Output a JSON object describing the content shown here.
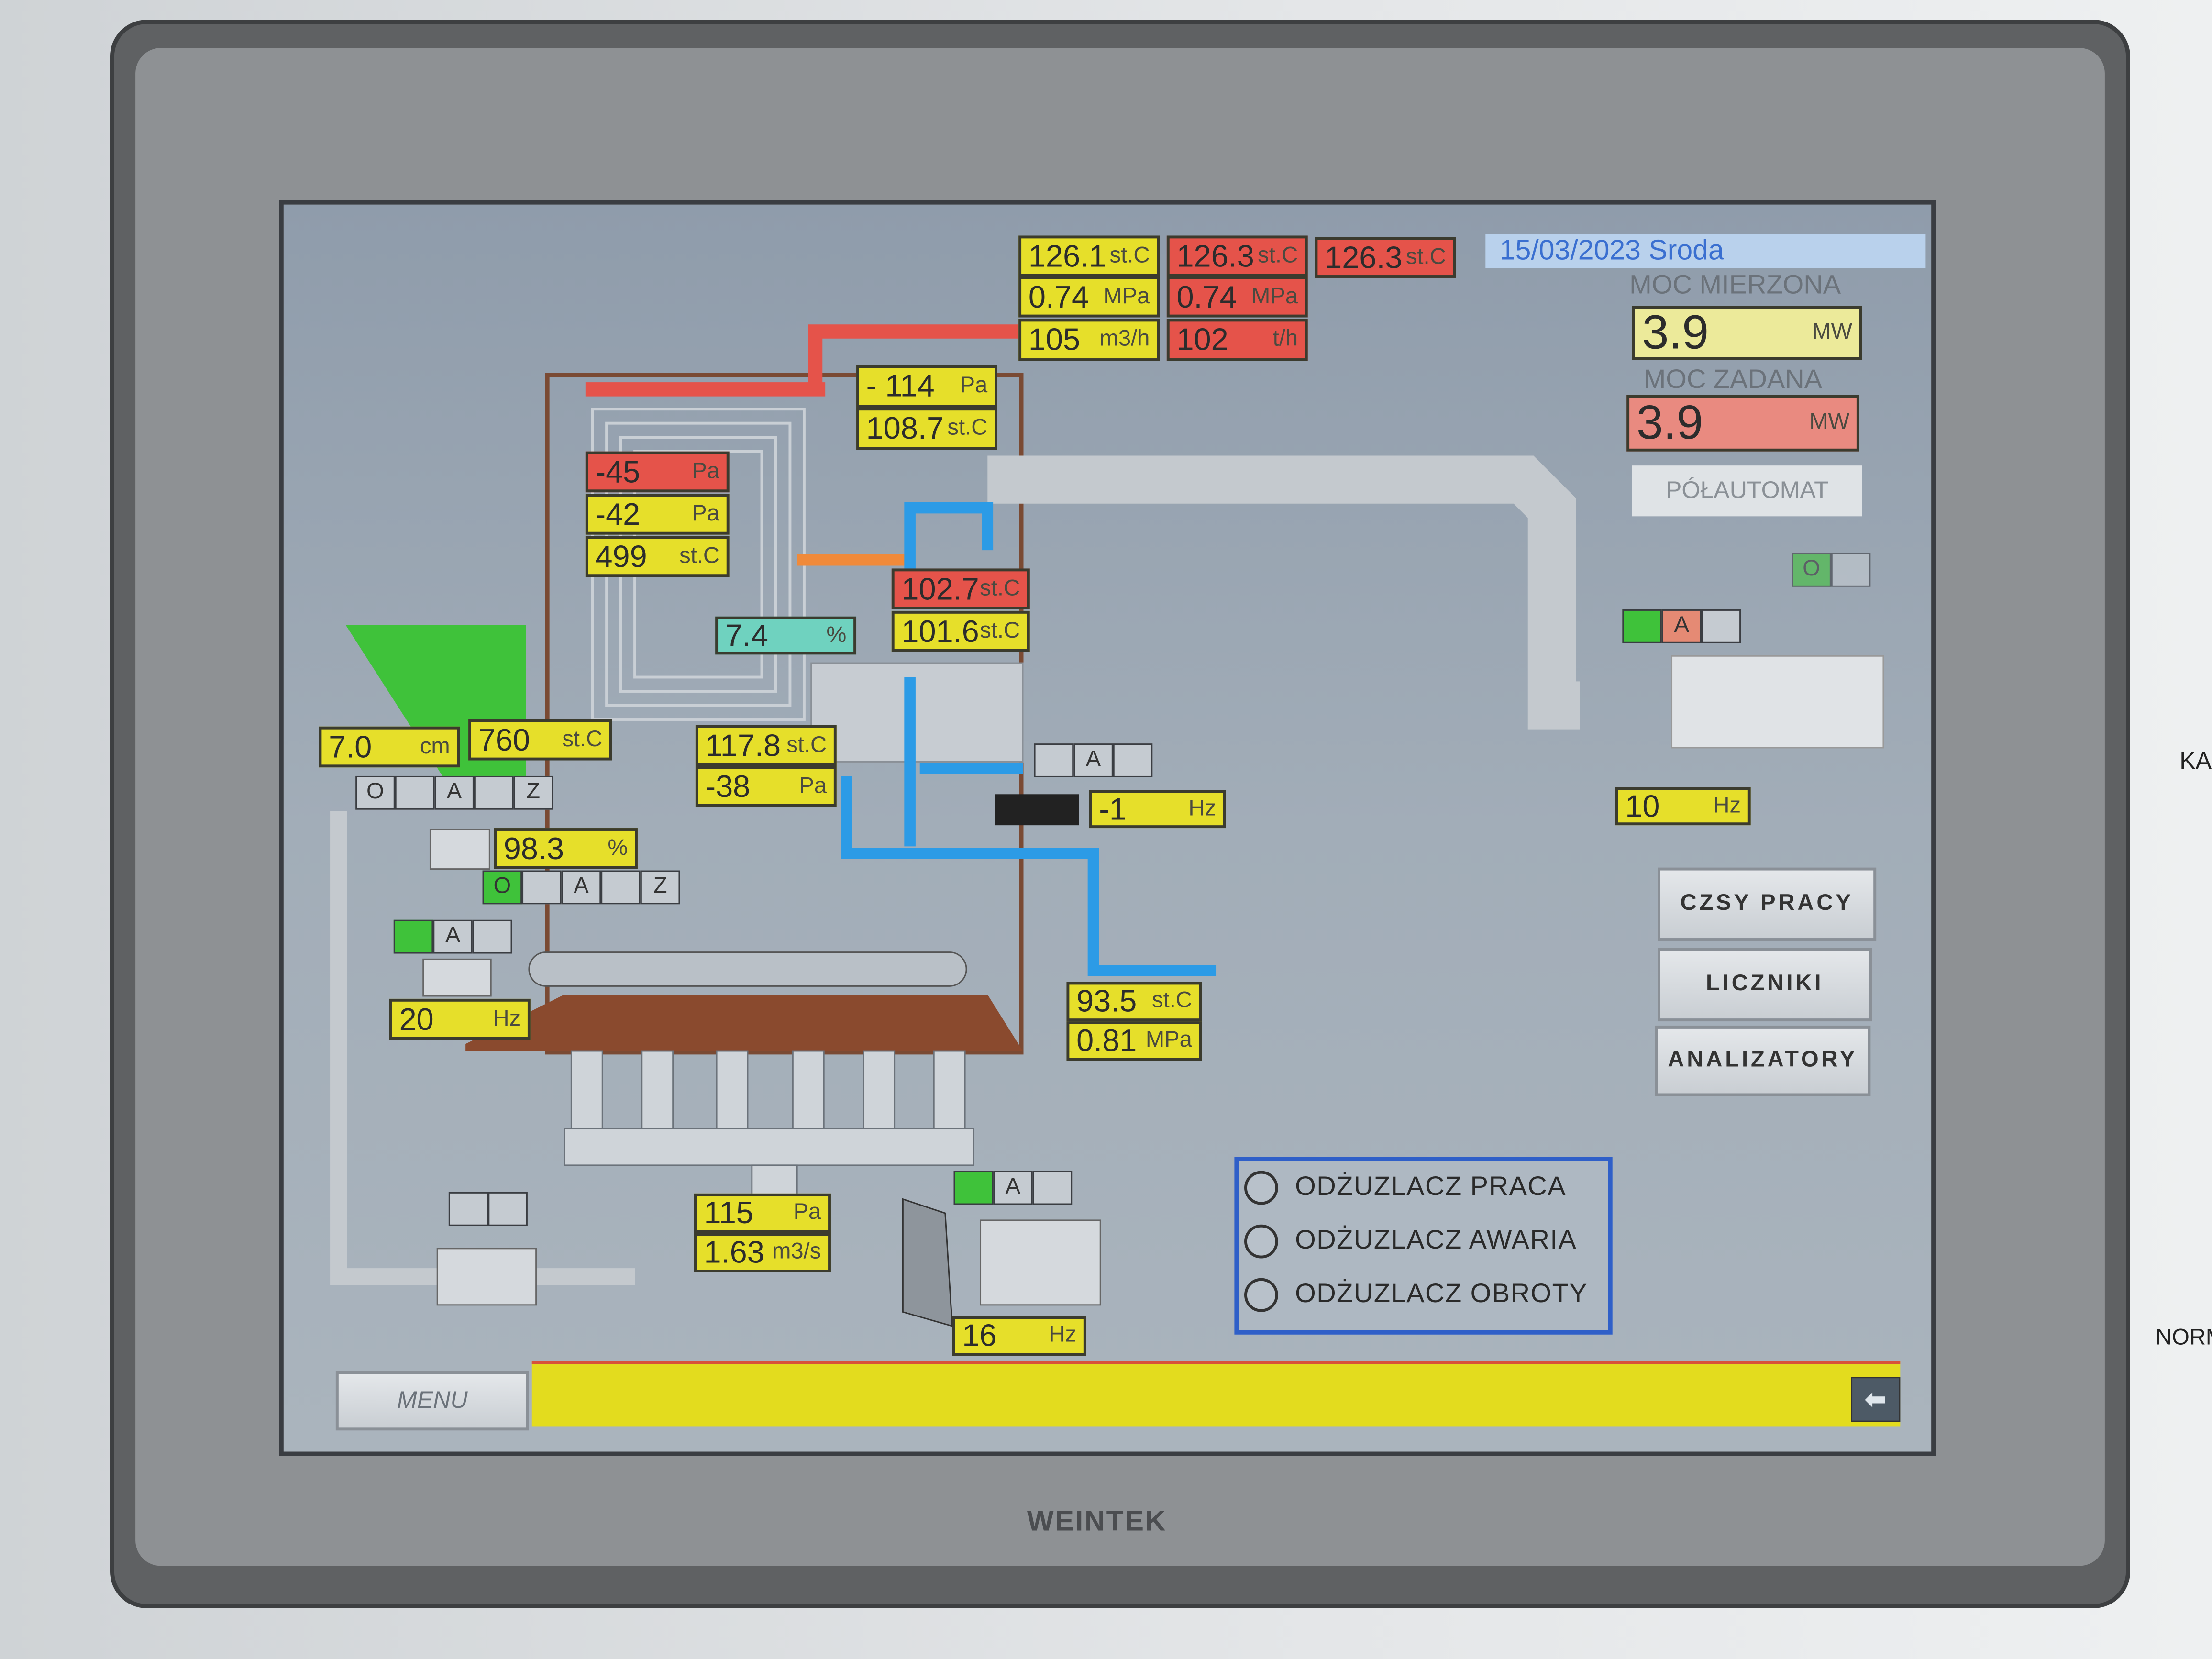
{
  "header": {
    "date": "15/03/2023 Sroda",
    "moc_mierzona_label": "MOC MIERZONA",
    "moc_mierzona_value": "3.9",
    "moc_mierzona_unit": "MW",
    "moc_zadana_label": "MOC ZADANA",
    "moc_zadana_value": "3.9",
    "moc_zadana_unit": "MW",
    "mode_button": "PÓŁAUTOMAT"
  },
  "readouts": {
    "supply_temp": {
      "v": "126.1",
      "u": "st.C"
    },
    "supply_pressure": {
      "v": "0.74",
      "u": "MPa"
    },
    "supply_flow": {
      "v": "105",
      "u": "m3/h"
    },
    "setpoint_temp": {
      "v": "126.3",
      "u": "st.C"
    },
    "setpoint_pressure": {
      "v": "0.74",
      "u": "MPa"
    },
    "setpoint_flow": {
      "v": "102",
      "u": "t/h"
    },
    "limit_temp": {
      "v": "126.3",
      "u": "st.C"
    },
    "flue_pressure": {
      "v": "- 114",
      "u": "Pa"
    },
    "flue_temp": {
      "v": "108.7",
      "u": "st.C"
    },
    "chamber_pressure_1": {
      "v": "-45",
      "u": "Pa"
    },
    "chamber_pressure_2": {
      "v": "-42",
      "u": "Pa"
    },
    "chamber_temp": {
      "v": "499",
      "u": "st.C"
    },
    "economizer_temp_1": {
      "v": "102.7",
      "u": "st.C"
    },
    "economizer_temp_2": {
      "v": "101.6",
      "u": "st.C"
    },
    "oxygen": {
      "v": "7.4",
      "u": "%"
    },
    "fuel_level": {
      "v": "7.0",
      "u": "cm"
    },
    "furnace_temp": {
      "v": "760",
      "u": "st.C"
    },
    "grate_temp": {
      "v": "117.8",
      "u": "st.C"
    },
    "grate_pressure": {
      "v": "-38",
      "u": "Pa"
    },
    "pump_freq": {
      "v": "-1",
      "u": "Hz"
    },
    "exhaust_fan_freq": {
      "v": "10",
      "u": "Hz"
    },
    "feeder_percent": {
      "v": "98.3",
      "u": "%"
    },
    "grate_freq": {
      "v": "20",
      "u": "Hz"
    },
    "return_temp": {
      "v": "93.5",
      "u": "st.C"
    },
    "return_pressure": {
      "v": "0.81",
      "u": "MPa"
    },
    "air_pressure": {
      "v": "115",
      "u": "Pa"
    },
    "air_flow": {
      "v": "1.63",
      "u": "m3/s"
    },
    "air_fan_freq": {
      "v": "16",
      "u": "Hz"
    }
  },
  "status": {
    "o": "O",
    "a": "A",
    "z": "Z"
  },
  "buttons": {
    "czasy_pracy": "CZSY PRACY",
    "liczniki": "LICZNIKI",
    "analizatory": "ANALIZATORY",
    "menu": "MENU"
  },
  "alarms": [
    {
      "label": "ODŻUZLACZ PRACA"
    },
    {
      "label": "ODŻUZLACZ AWARIA"
    },
    {
      "label": "ODŻUZLACZ OBROTY"
    }
  ],
  "brand": "WEINTEK",
  "side_labels": {
    "top": "KA",
    "bottom": "NORM"
  },
  "colors": {
    "yellow": "#e6df2a",
    "red": "#e5534a",
    "teal": "#6fd2bf",
    "green": "#3fc23a",
    "alarm_border": "#2f5fc8"
  }
}
